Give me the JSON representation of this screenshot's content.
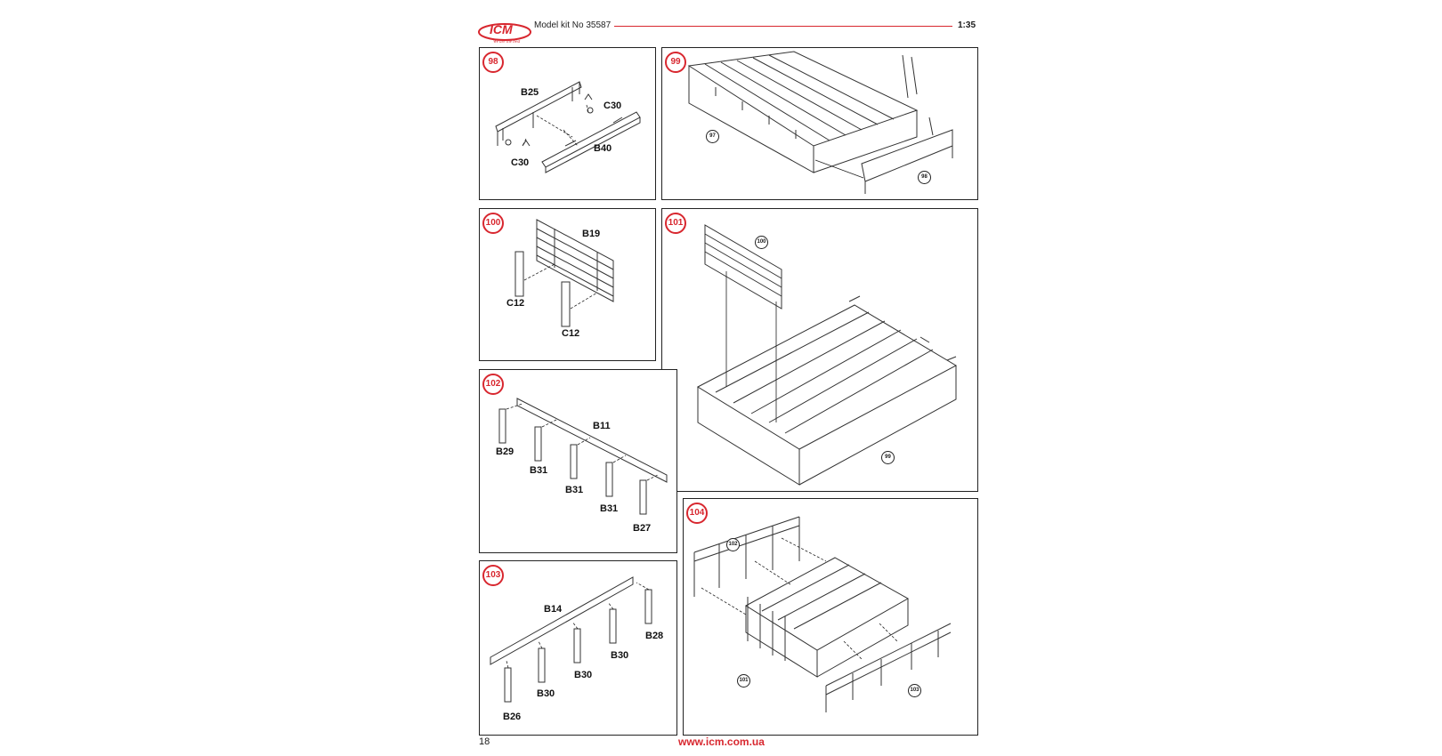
{
  "header": {
    "brand": "ICM",
    "tagline": "We are the best",
    "kit_label": "Model kit No 35587",
    "scale": "1:35"
  },
  "footer": {
    "page_number": "18",
    "url": "www.icm.com.ua"
  },
  "colors": {
    "accent": "#d8272f",
    "line": "#222222"
  },
  "steps": [
    {
      "number": "98",
      "labels": [
        "B25",
        "C30",
        "C30",
        "B40"
      ]
    },
    {
      "number": "99",
      "refs": [
        "97",
        "98"
      ]
    },
    {
      "number": "100",
      "labels": [
        "B19",
        "C12",
        "C12"
      ]
    },
    {
      "number": "101",
      "refs": [
        "100",
        "99"
      ]
    },
    {
      "number": "102",
      "labels": [
        "B11",
        "B29",
        "B31",
        "B31",
        "B31",
        "B27"
      ]
    },
    {
      "number": "103",
      "labels": [
        "B14",
        "B28",
        "B30",
        "B30",
        "B30",
        "B26"
      ]
    },
    {
      "number": "104",
      "refs": [
        "102",
        "101",
        "103"
      ]
    }
  ]
}
